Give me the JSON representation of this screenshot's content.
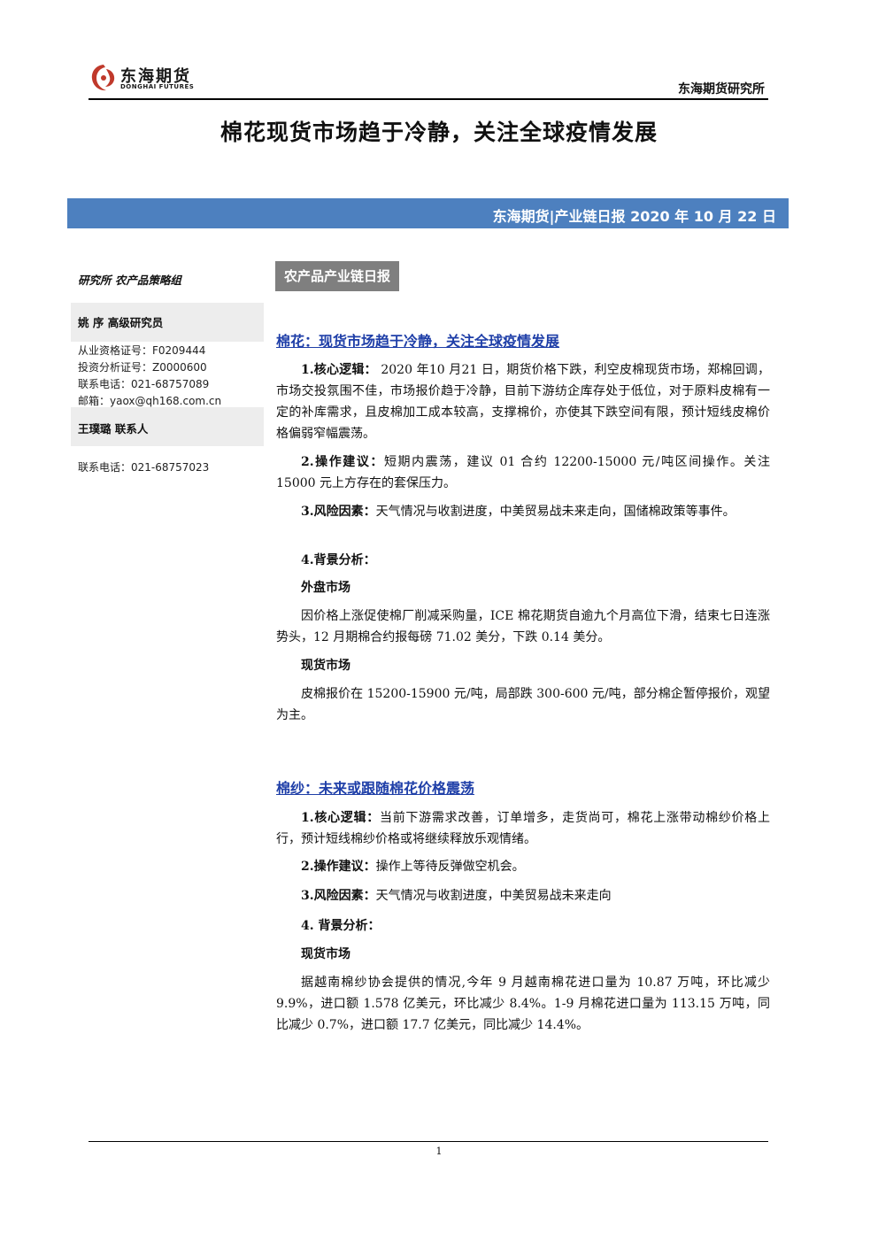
{
  "header": {
    "logo_cn": "东海期货",
    "logo_en": "DONGHAI FUTURES",
    "institute": "东海期货研究所"
  },
  "title": "棉花现货市场趋于冷静，关注全球疫情发展",
  "banner": "东海期货|产业链日报 2020 年 10 月 22 日",
  "sidebar": {
    "dept": "研究所  农产品策略组",
    "analyst": "姚  序   高级研究员",
    "lines": [
      "从业资格证号：F0209444",
      "投资分析证号：Z0000600",
      "联系电话：021-68757089",
      "邮箱：yaox@qh168.com.cn"
    ],
    "contact_name": "王璞璐     联系人",
    "contact_phone": "联系电话：021-68757023"
  },
  "tag": "农产品产业链日报",
  "cotton": {
    "title": "棉花：现货市场趋于冷静，关注全球疫情发展",
    "logic_label": "1.核心逻辑：",
    "logic_text": " 2020 年10 月21 日，期货价格下跌，利空皮棉现货市场，郑棉回调，市场交投氛围不佳，市场报价趋于冷静，目前下游纺企库存处于低位，对于原料皮棉有一定的补库需求，且皮棉加工成本较高，支撑棉价，亦使其下跌空间有限，预计短线皮棉价格偏弱窄幅震荡。",
    "advice_label": "2.操作建议：",
    "advice_text": "短期内震荡，建议 01 合约 12200-15000 元/吨区间操作。关注 15000 元上方存在的套保压力。",
    "risk_label": "3.风险因素：",
    "risk_text": "天气情况与收割进度，中美贸易战未来走向，国储棉政策等事件。",
    "bg_label": "4.背景分析：",
    "outer_title": "外盘市场",
    "outer_text": "因价格上涨促使棉厂削减采购量，ICE 棉花期货自逾九个月高位下滑，结束七日连涨势头，12 月期棉合约报每磅 71.02 美分，下跌 0.14 美分。",
    "spot_title": "现货市场",
    "spot_text": "皮棉报价在 15200-15900 元/吨，局部跌 300-600 元/吨，部分棉企暂停报价，观望为主。"
  },
  "yarn": {
    "title": "棉纱：未来或跟随棉花价格震荡",
    "logic_label": "1.核心逻辑：",
    "logic_text": "当前下游需求改善，订单增多，走货尚可，棉花上涨带动棉纱价格上行，预计短线棉纱价格或将继续释放乐观情绪。",
    "advice_label": "2.操作建议：",
    "advice_text": "操作上等待反弹做空机会。",
    "risk_label": "3.风险因素：",
    "risk_text": "天气情况与收割进度，中美贸易战未来走向",
    "bg_label": "4.  背景分析：",
    "spot_title": "现货市场",
    "spot_text": "据越南棉纱协会提供的情况,今年 9 月越南棉花进口量为 10.87 万吨，环比减少 9.9%，进口额 1.578 亿美元，环比减少 8.4%。1-9 月棉花进口量为 113.15 万吨，同比减少 0.7%，进口额 17.7 亿美元，同比减少 14.4%。"
  },
  "footer": {
    "page": "1"
  },
  "colors": {
    "banner": "#4d80bf",
    "tag": "#7f7f7f",
    "link": "#1f3fa8",
    "sidebar_box": "#ededed",
    "logo_red": "#c0392b"
  }
}
